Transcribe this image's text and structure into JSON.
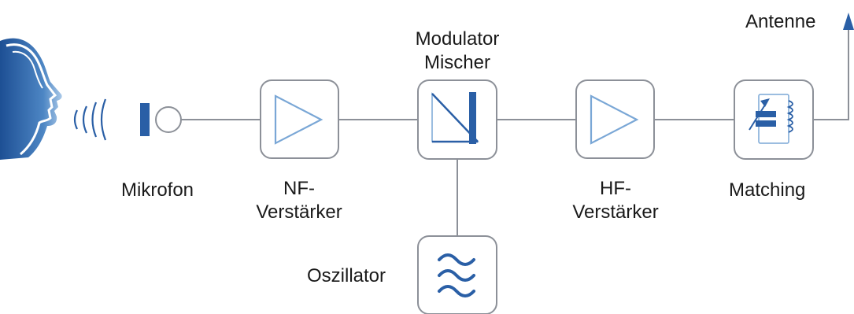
{
  "labels": {
    "mikrofon": "Mikrofon",
    "nf_line1": "NF-",
    "nf_line2": "Verstärker",
    "mod_line1": "Modulator",
    "mod_line2": "Mischer",
    "hf_line1": "HF-",
    "hf_line2": "Verstärker",
    "matching": "Matching",
    "oszillator": "Oszillator",
    "antenne": "Antenne"
  },
  "colors": {
    "accent": "#2a5fa6",
    "accent_light": "#7aa7d6",
    "line": "#8c9098",
    "text": "#1a1a1a"
  },
  "icons": [
    "head-profile-icon",
    "sound-waves-icon",
    "microphone-icon",
    "amplifier-triangle-icon",
    "mixer-diagonal-icon",
    "sine-waves-icon",
    "matching-coil-icon",
    "antenna-icon"
  ]
}
